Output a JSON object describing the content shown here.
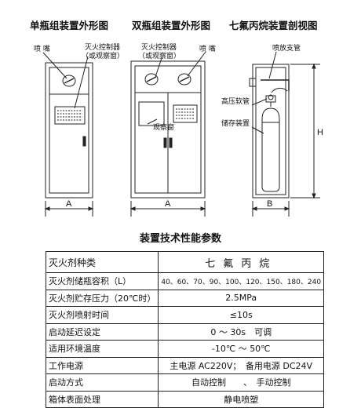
{
  "titles": {
    "single": "单瓶组装置外形图",
    "double": "双瓶组装置外形图",
    "section": "七氟丙烷装置剖视图"
  },
  "labels": {
    "nozzle": "喷 嘴",
    "controller_line1": "灭火控制器",
    "controller_line2": "（或观察窗）",
    "observation_window": "观察窗",
    "spray_pipe": "喷放支管",
    "hp_hose": "高压软管",
    "storage": "储存装置",
    "dim_a": "A",
    "dim_b": "B",
    "dim_h": "H"
  },
  "spec_title": "装置技术性能参数",
  "spec_table": {
    "header": {
      "key": "灭火剂种类",
      "value": "七氟丙烷"
    },
    "rows": [
      {
        "key": "灭火剂储瓶容积（L）",
        "value": "40、60、70、90、100、120、150、180、240"
      },
      {
        "key": "灭火剂贮存压力（20℃时）",
        "value": "2.5MPa"
      },
      {
        "key": "灭火剂喷射时间",
        "value": "≤10s"
      },
      {
        "key": "启动延迟设定",
        "value": "0 ～ 30s　可调"
      },
      {
        "key": "适用环境温度",
        "value": "-10℃ ～ 50℃"
      },
      {
        "key": "工作电源",
        "value": "主电源 AC220V；　备用电源 DC24V"
      },
      {
        "key": "启动方式",
        "value": "自动控制　　、　手动控制"
      },
      {
        "key": "箱体表面处理",
        "value": "静电喷塑"
      }
    ]
  },
  "colors": {
    "line": "#222222",
    "text": "#111111",
    "background": "#ffffff"
  }
}
